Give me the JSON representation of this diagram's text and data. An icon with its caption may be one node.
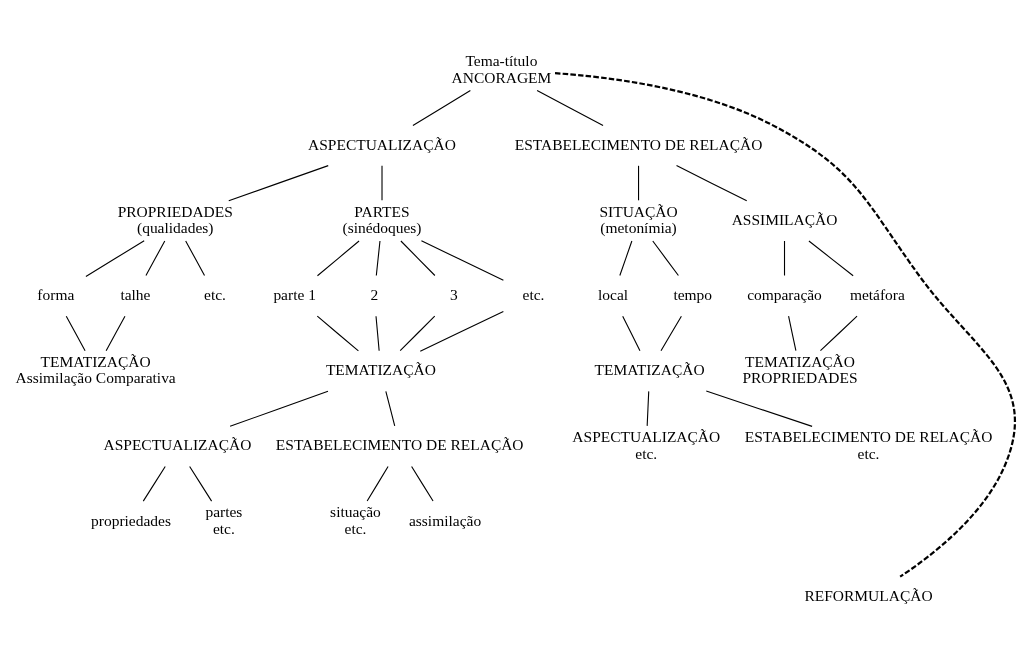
{
  "diagram": {
    "nodes": [
      {
        "text": [
          "Tema-título",
          "ANCORAGEM"
        ]
      },
      {
        "text": [
          "ASPECTUALIZAÇÃO"
        ]
      },
      {
        "text": [
          "ESTABELECIMENTO DE RELAÇÃO"
        ]
      },
      {
        "text": [
          "PROPRIEDADES",
          "(qualidades)"
        ]
      },
      {
        "text": [
          "PARTES",
          "(sinédoques)"
        ]
      },
      {
        "text": [
          "SITUAÇÃO",
          "(metonímia)"
        ]
      },
      {
        "text": [
          "ASSIMILAÇÃO"
        ]
      },
      {
        "text": [
          "forma"
        ]
      },
      {
        "text": [
          "talhe"
        ]
      },
      {
        "text": [
          "etc."
        ]
      },
      {
        "text": [
          "parte 1"
        ]
      },
      {
        "text": [
          "2"
        ]
      },
      {
        "text": [
          "3"
        ]
      },
      {
        "text": [
          "etc."
        ]
      },
      {
        "text": [
          "local"
        ]
      },
      {
        "text": [
          "tempo"
        ]
      },
      {
        "text": [
          "comparação"
        ]
      },
      {
        "text": [
          "metáfora"
        ]
      },
      {
        "text": [
          "TEMATIZAÇÃO",
          "Assimilação Comparativa"
        ]
      },
      {
        "text": [
          "TEMATIZAÇÃO"
        ]
      },
      {
        "text": [
          "TEMATIZAÇÃO"
        ]
      },
      {
        "text": [
          "TEMATIZAÇÃO",
          "PROPRIEDADES"
        ]
      },
      {
        "text": [
          "ASPECTUALIZAÇÃO"
        ]
      },
      {
        "text": [
          "ESTABELECIMENTO DE RELAÇÃO"
        ]
      },
      {
        "text": [
          "propriedades"
        ]
      },
      {
        "text": [
          "partes",
          "etc."
        ]
      },
      {
        "text": [
          "situação",
          "etc."
        ]
      },
      {
        "text": [
          "assimilação"
        ]
      },
      {
        "text": [
          "ASPECTUALIZAÇÃO",
          "etc."
        ]
      },
      {
        "text": [
          "ESTABELECIMENTO DE RELAÇÃO",
          "etc."
        ]
      },
      {
        "text": [
          "REFORMULAÇÃO"
        ]
      }
    ],
    "edges": [
      {
        "from": 0,
        "to": 1,
        "arrow": "none"
      },
      {
        "from": 0,
        "to": 2,
        "arrow": "none"
      },
      {
        "from": 1,
        "to": 3,
        "arrow": "none"
      },
      {
        "from": 1,
        "to": 4,
        "arrow": "none"
      },
      {
        "from": 2,
        "to": 5,
        "arrow": "none"
      },
      {
        "from": 2,
        "to": 6,
        "arrow": "none"
      },
      {
        "from": 3,
        "to": 7,
        "arrow": "none"
      },
      {
        "from": 3,
        "to": 8,
        "arrow": "none"
      },
      {
        "from": 3,
        "to": 9,
        "arrow": "none"
      },
      {
        "from": 4,
        "to": 10,
        "arrow": "none"
      },
      {
        "from": 4,
        "to": 11,
        "arrow": "none"
      },
      {
        "from": 4,
        "to": 12,
        "arrow": "none"
      },
      {
        "from": 4,
        "to": 13,
        "arrow": "none"
      },
      {
        "from": 5,
        "to": 14,
        "arrow": "none"
      },
      {
        "from": 5,
        "to": 15,
        "arrow": "none"
      },
      {
        "from": 6,
        "to": 16,
        "arrow": "none"
      },
      {
        "from": 6,
        "to": 17,
        "arrow": "none"
      },
      {
        "from": 7,
        "to": 18,
        "arrow": "none"
      },
      {
        "from": 8,
        "to": 18,
        "arrow": "none"
      },
      {
        "from": 10,
        "to": 19,
        "arrow": "none"
      },
      {
        "from": 11,
        "to": 19,
        "arrow": "none"
      },
      {
        "from": 12,
        "to": 19,
        "arrow": "none"
      },
      {
        "from": 13,
        "to": 19,
        "arrow": "none"
      },
      {
        "from": 14,
        "to": 20,
        "arrow": "none"
      },
      {
        "from": 15,
        "to": 20,
        "arrow": "none"
      },
      {
        "from": 16,
        "to": 21,
        "arrow": "none"
      },
      {
        "from": 17,
        "to": 21,
        "arrow": "none"
      },
      {
        "from": 19,
        "to": 22,
        "arrow": "none"
      },
      {
        "from": 19,
        "to": 23,
        "arrow": "none"
      },
      {
        "from": 22,
        "to": 24,
        "arrow": "none"
      },
      {
        "from": 22,
        "to": 25,
        "arrow": "none"
      },
      {
        "from": 23,
        "to": 26,
        "arrow": "none"
      },
      {
        "from": 23,
        "to": 27,
        "arrow": "none"
      },
      {
        "from": 20,
        "to": 28,
        "arrow": "none"
      },
      {
        "from": 20,
        "to": 29,
        "arrow": "none"
      },
      {
        "from": 0,
        "to": 30,
        "arrow": "none",
        "style": "dashed"
      }
    ]
  }
}
